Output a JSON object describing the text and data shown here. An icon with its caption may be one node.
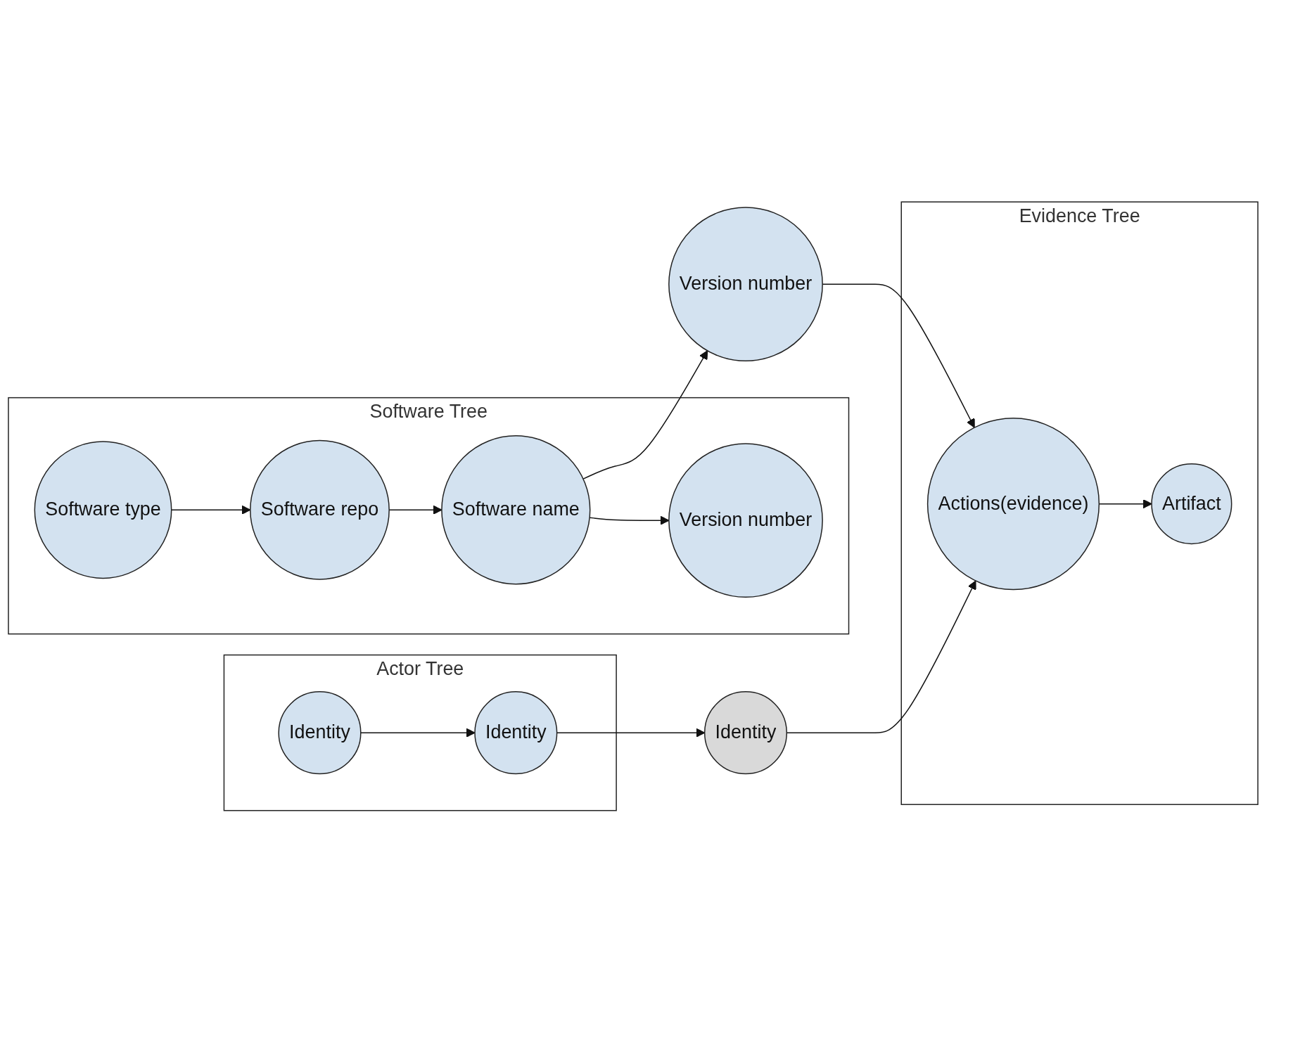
{
  "diagram": {
    "nodes": [
      {
        "text": [
          "Actor Tree"
        ]
      },
      {
        "text": [
          "Identity"
        ],
        "in": 0
      },
      {
        "text": [
          "Identity"
        ],
        "in": 0
      },
      {
        "text": [
          "Identity"
        ]
      },
      {
        "text": [
          "Evidence Tree"
        ]
      },
      {
        "text": [
          "Actions(evidence)"
        ],
        "in": 4
      },
      {
        "text": [
          "Artifact"
        ],
        "in": 4
      },
      {
        "text": [
          "Version number"
        ]
      },
      {
        "text": [
          "Software Tree"
        ]
      },
      {
        "text": [
          "Software type"
        ],
        "in": 8
      },
      {
        "text": [
          "Software repo"
        ],
        "in": 8
      },
      {
        "text": [
          "Software name"
        ],
        "in": 8
      },
      {
        "text": [
          "Version number"
        ],
        "in": 8
      }
    ],
    "edges": [
      {
        "from": 1,
        "to": 2,
        "arrow": "to"
      },
      {
        "from": 2,
        "to": 3,
        "arrow": "to"
      },
      {
        "from": 3,
        "to": 5,
        "arrow": "to"
      },
      {
        "from": 7,
        "to": 5,
        "arrow": "to"
      },
      {
        "from": 5,
        "to": 6,
        "arrow": "to"
      },
      {
        "from": 9,
        "to": 10,
        "arrow": "to"
      },
      {
        "from": 10,
        "to": 11,
        "arrow": "to"
      },
      {
        "from": 11,
        "to": 7,
        "arrow": "to"
      },
      {
        "from": 11,
        "to": 12,
        "arrow": "to"
      }
    ]
  }
}
